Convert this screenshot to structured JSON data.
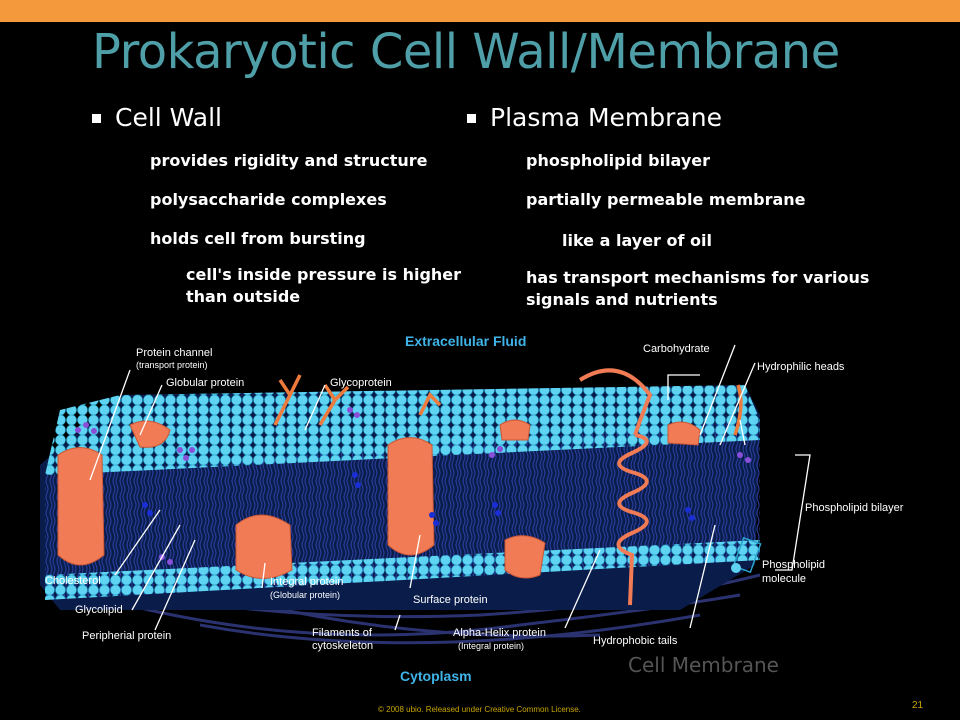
{
  "slide": {
    "title": "Prokaryotic Cell Wall/Membrane",
    "caption": "Cell Membrane",
    "footer": "© 2008 ubio. Released under Creative Common License.",
    "page_number": "21",
    "accent_color": "#f59a3c",
    "title_color": "#4f9fa8"
  },
  "left": {
    "heading": "Cell Wall",
    "items": [
      "provides rigidity and structure",
      "polysaccharide complexes",
      "holds cell from bursting",
      "cell's inside pressure is higher than outside"
    ]
  },
  "right": {
    "heading": "Plasma Membrane",
    "items": [
      "phospholipid bilayer",
      "partially permeable membrane",
      "like a layer of oil",
      "has transport mechanisms for various signals and nutrients"
    ]
  },
  "diagram": {
    "region_top": "Extracellular Fluid",
    "region_bottom": "Cytoplasm",
    "labels": {
      "protein_channel": "Protein channel",
      "protein_channel_sub": "(transport protein)",
      "globular_protein": "Globular protein",
      "glycoprotein": "Glycoprotein",
      "carbohydrate": "Carbohydrate",
      "hydrophilic_heads": "Hydrophilic heads",
      "phospholipid_bilayer": "Phospholipid bilayer",
      "phospholipid_molecule_1": "Phospholipid",
      "phospholipid_molecule_2": "molecule",
      "cholesterol": "Cholesterol",
      "glycolipid": "Glycolipid",
      "peripheral_protein": "Peripherial protein",
      "integral_protein": "Integral protein",
      "integral_protein_sub": "(Globular protein)",
      "surface_protein": "Surface protein",
      "filaments_1": "Filaments of",
      "filaments_2": "cytoskeleton",
      "alpha_helix": "Alpha-Helix protein",
      "alpha_helix_sub": "(Integral protein)",
      "hydrophobic_tails": "Hydrophobic tails"
    }
  }
}
